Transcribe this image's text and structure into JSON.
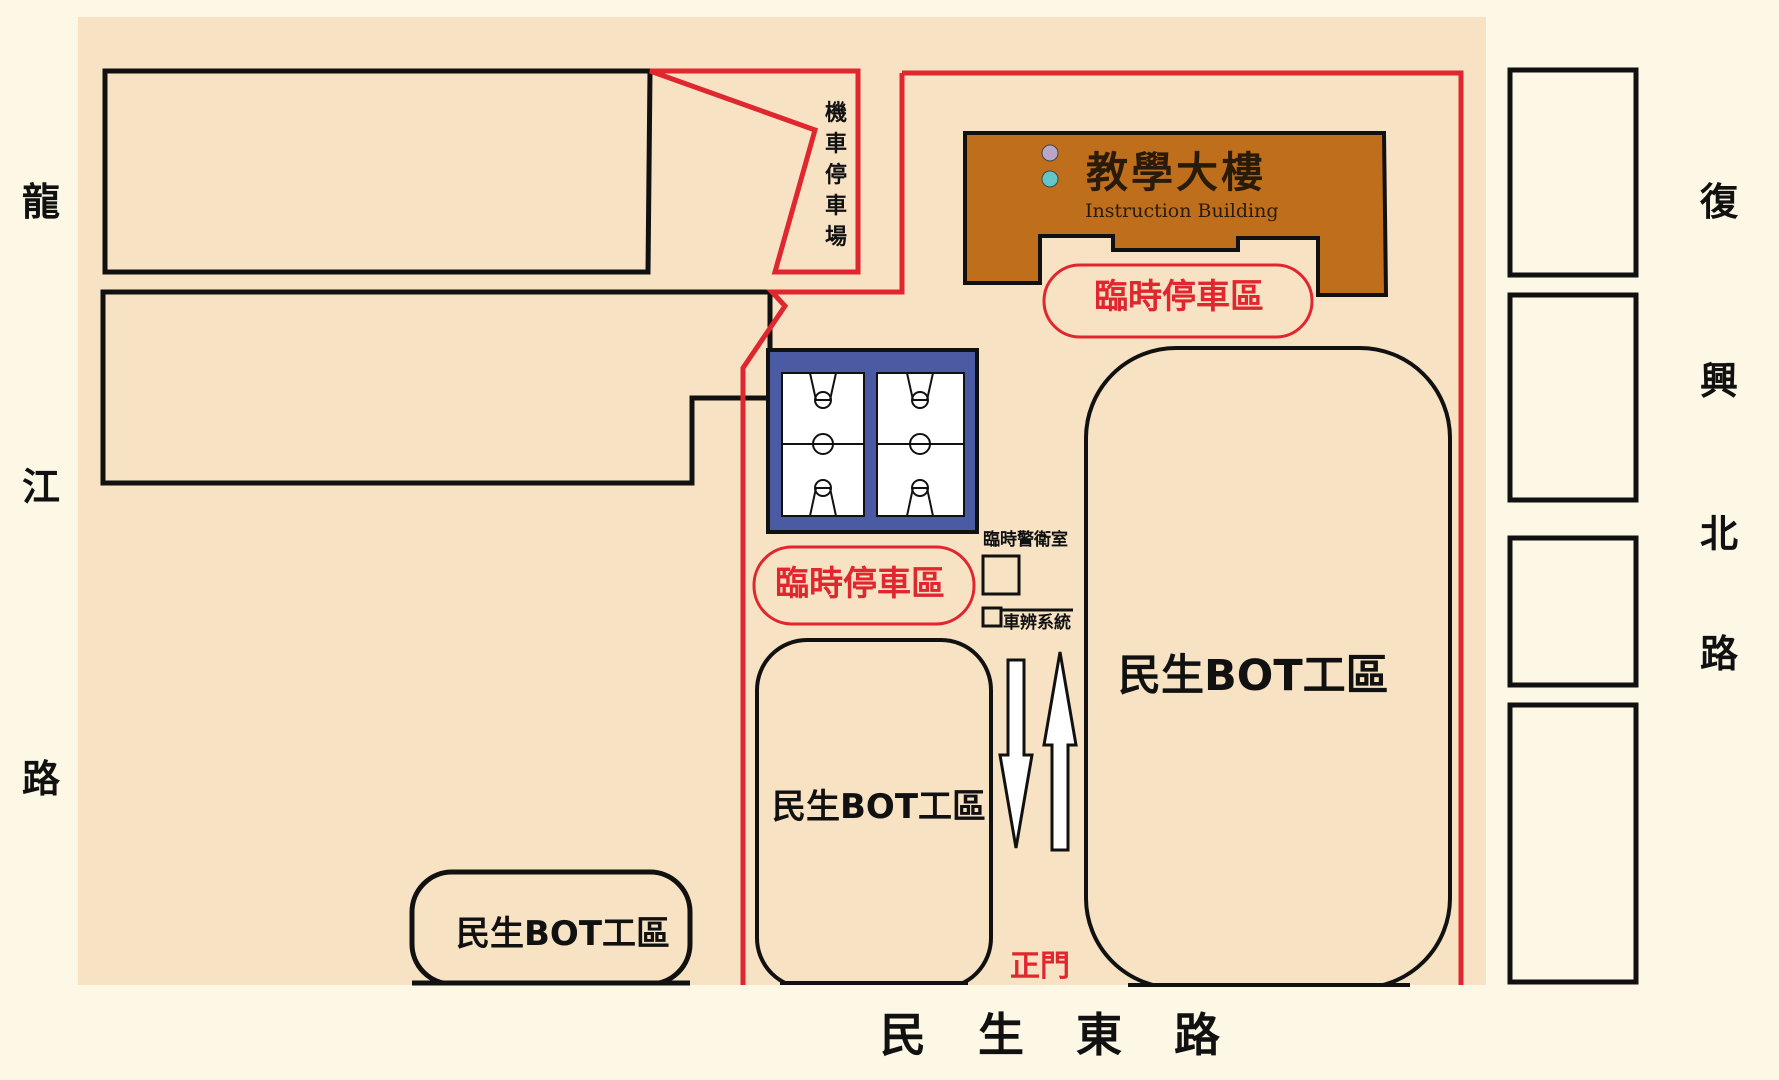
{
  "colors": {
    "page_bg": "#fdf8e6",
    "ground": "#f7e3c4",
    "red_boundary": "#e0262f",
    "building": "#bf6f1c",
    "court": "#4a5aa3",
    "outline": "#111111"
  },
  "roads": {
    "west": [
      "龍",
      "江",
      "路"
    ],
    "east": [
      "復",
      "興",
      "北",
      "路"
    ],
    "south": "民生東路"
  },
  "instruction_building": {
    "name_zh": "教學大樓",
    "name_en": "Instruction Building"
  },
  "motorcycle_parking": "機車停車場",
  "temp_parking_label": "臨時停車區",
  "guard_room": "臨時警衛室",
  "plate_system": "車辨系統",
  "main_gate": "正門",
  "bot_zone_label": "民生BOT工區",
  "icons": {
    "court": "basketball-court-icon",
    "entry_arrow": "arrow-up-icon",
    "exit_arrow": "arrow-down-icon",
    "markers": "circle-marker-icon"
  }
}
